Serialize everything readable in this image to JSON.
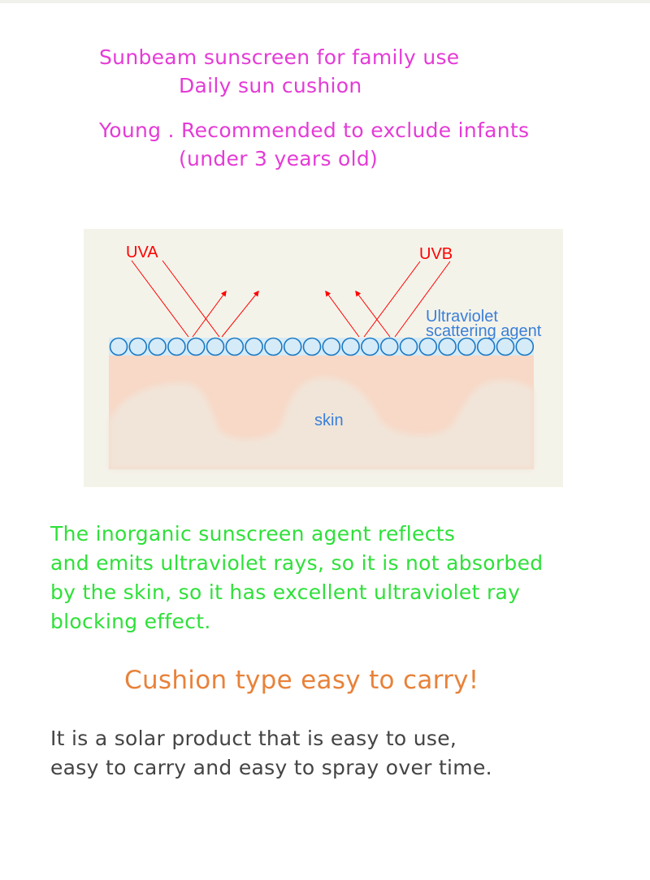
{
  "header": {
    "line1": "Sunbeam sunscreen for family use",
    "line2": "Daily sun cushion",
    "line3": "Young . Recommended to exclude infants",
    "line4": "(under 3 years old)"
  },
  "diagram": {
    "uva_label": "UVA",
    "uvb_label": "UVB",
    "agent_label_1": "Ultraviolet",
    "agent_label_2": "scattering agent",
    "skin_label": "skin"
  },
  "description": {
    "lines": [
      "The inorganic sunscreen agent reflects",
      "and emits ultraviolet rays, so it is not absorbed",
      "by the skin, so it has excellent ultraviolet ray",
      "blocking effect."
    ]
  },
  "cushion": {
    "heading": "Cushion type easy to carry!",
    "lines": [
      "It is a solar product that is easy to use,",
      "easy to carry and easy to spray over time."
    ]
  },
  "colors": {
    "magenta": "#e43bd6",
    "green": "#2fe03a",
    "orange": "#e8823a",
    "text": "#444444",
    "ray": "#ff0000",
    "agent": "#3a7fd8"
  }
}
